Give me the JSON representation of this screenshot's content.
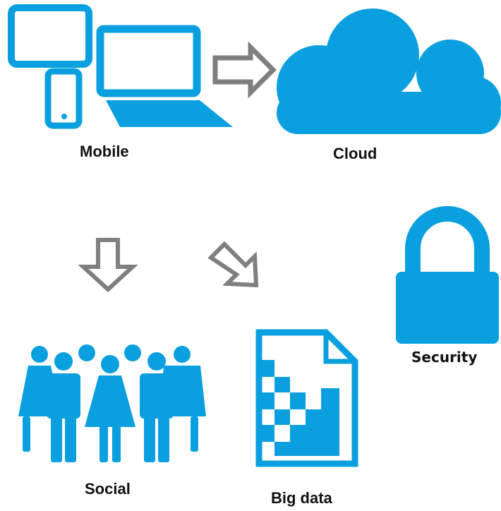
{
  "labels": {
    "mobile": "Mobile",
    "cloud": "Cloud",
    "social": "Social",
    "big_data": "Big data",
    "security": "Security"
  },
  "icons": {
    "devices": "mobile-devices-icon",
    "cloud": "cloud-icon",
    "people": "people-group-icon",
    "document": "big-data-document-icon",
    "lock": "padlock-icon",
    "arrow": "hollow-arrow-icon"
  },
  "colors": {
    "accent": "#0aa0df",
    "arrow_outline": "#7f7f7f",
    "text": "#111111",
    "background": "#ffffff"
  }
}
